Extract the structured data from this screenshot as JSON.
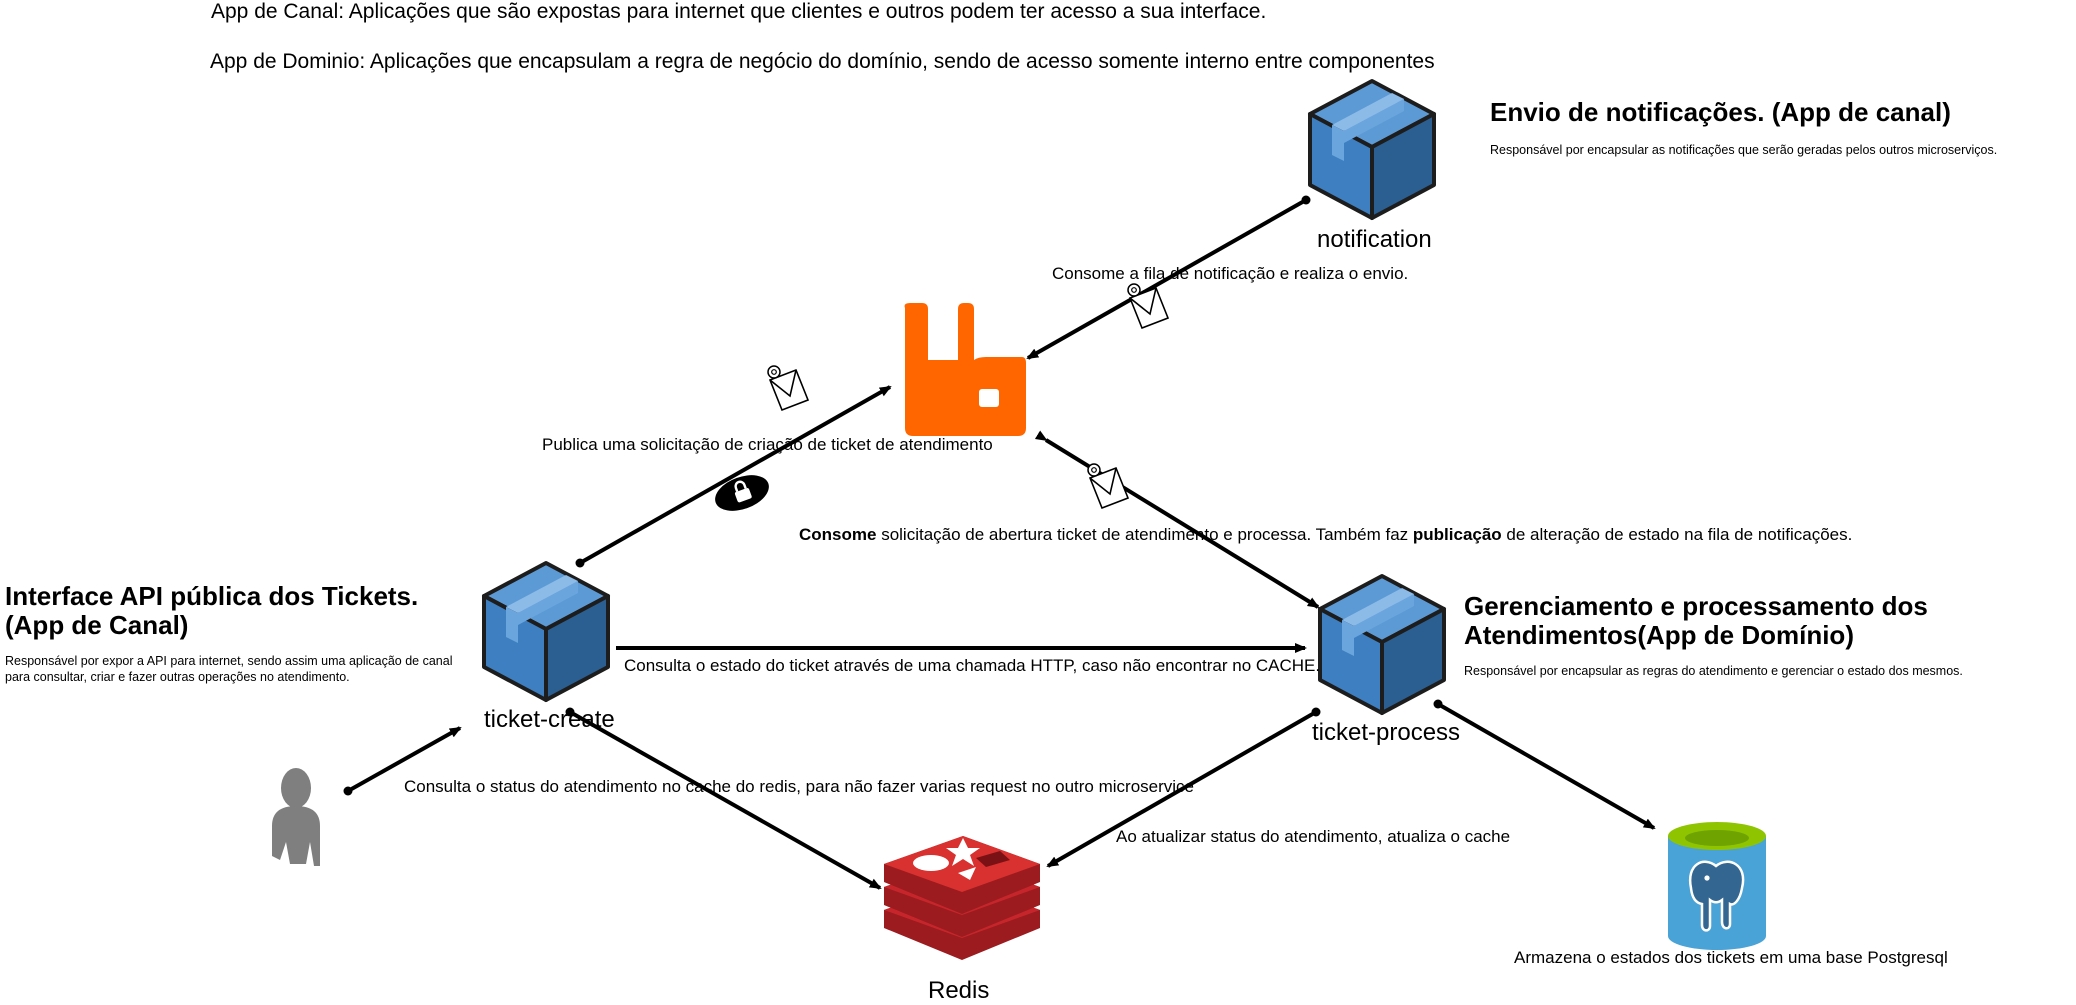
{
  "legend": {
    "canal": "App de Canal: Aplicações que são expostas para internet que  clientes e outros podem ter acesso a sua interface.",
    "dominio": "App de Dominio: Aplicações que encapsulam a regra de negócio do domínio, sendo de acesso somente interno entre componentes"
  },
  "notification": {
    "title": "Envio de notificações. (App de canal)",
    "desc": "Responsável por encapsular as notificações que serão geradas pelos outros microserviços.",
    "label": "notification"
  },
  "ticket_create": {
    "title": "Interface API pública dos Tickets. (App de Canal)",
    "desc": "Responsável por expor a API para internet, sendo assim uma aplicação de canal para consultar, criar e fazer outras operações no atendimento.",
    "label": "ticket-create"
  },
  "ticket_process": {
    "title": "Gerenciamento e processamento dos Atendimentos(App de Domínio)",
    "desc": "Responsável por encapsular as regras do atendimento e gerenciar o estado dos mesmos.",
    "label": "ticket-process"
  },
  "redis": {
    "label": "Redis"
  },
  "notes": {
    "consume_notification": "Consome a fila de notificação e realiza o envio.",
    "publish_ticket": "Publica uma solicitação de criação de ticket de atendimento",
    "consume_bold": "Consome",
    "consume_mid": " solicitação de abertura ticket de atendimento e processa. Também faz ",
    "publish_bold": "publicação",
    "consume_end": " de alteração de estado na fila de notificações.",
    "http_check": "Consulta o estado do ticket através de uma chamada  HTTP, caso não encontrar no CACHE.",
    "redis_cache": "Consulta o status do atendimento no cache do redis, para não fazer varias request no outro microservice",
    "update_cache": "Ao atualizar status do atendimento, atualiza o cache",
    "postgres": "Armazena o estados dos tickets em uma base Postgresql"
  },
  "colors": {
    "cube_front": "#3d7fc0",
    "cube_side": "#2b5f91",
    "cube_top": "#5c9ad6",
    "rabbitmq": "#ff6600",
    "redis": "#c6262b",
    "postgres_cyl": "#4aa3d6",
    "postgres_top": "#8fc400",
    "user": "#7f7f7f"
  },
  "icons": [
    "cube-icon",
    "rabbitmq-icon",
    "redis-icon",
    "postgres-icon",
    "user-icon",
    "mail-icon",
    "lock-icon"
  ]
}
